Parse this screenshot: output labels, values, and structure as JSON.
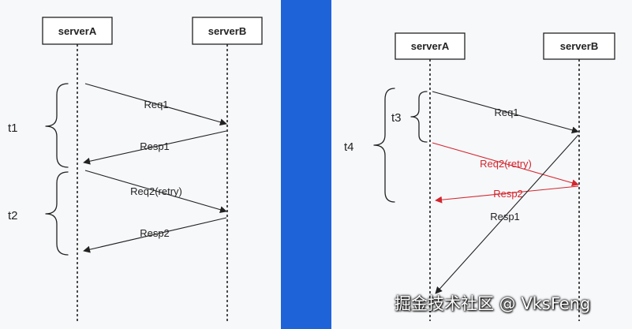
{
  "colors": {
    "line": "#222222",
    "retry": "#d3262e",
    "divider": "#1f63d9",
    "panel_bg": "#f7f8fa"
  },
  "panels": {
    "left": {
      "participants": [
        "serverA",
        "serverB"
      ],
      "messages": [
        {
          "label": "Req1",
          "from": "serverA",
          "to": "serverB"
        },
        {
          "label": "Resp1",
          "from": "serverB",
          "to": "serverA"
        },
        {
          "label": "Req2(retry)",
          "from": "serverA",
          "to": "serverB"
        },
        {
          "label": "Resp2",
          "from": "serverB",
          "to": "serverA"
        }
      ],
      "intervals": [
        "t1",
        "t2"
      ]
    },
    "right": {
      "participants": [
        "serverA",
        "serverB"
      ],
      "messages": [
        {
          "label": "Req1",
          "from": "serverA",
          "to": "serverB"
        },
        {
          "label": "Req2(retry)",
          "from": "serverA",
          "to": "serverB"
        },
        {
          "label": "Resp2",
          "from": "serverB",
          "to": "serverA"
        },
        {
          "label": "Resp1",
          "from": "serverB",
          "to": "serverA"
        }
      ],
      "intervals": [
        "t3",
        "t4"
      ]
    }
  },
  "watermark": "掘金技术社区 @ VksFeng"
}
